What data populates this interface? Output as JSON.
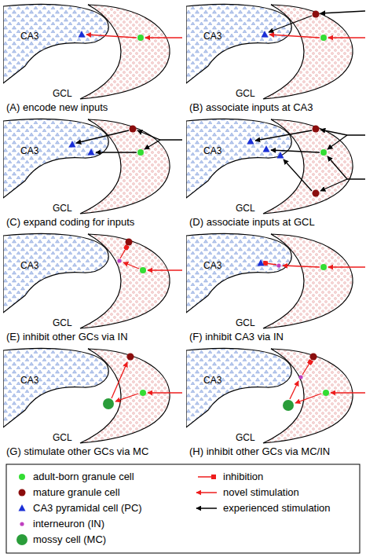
{
  "diagram": {
    "nodes": [
      {
        "text": [
          "CA3"
        ]
      },
      {
        "text": [
          "GCL"
        ]
      },
      {
        "text": [
          "CA3"
        ]
      },
      {
        "text": [
          "GCL"
        ]
      },
      {
        "text": [
          "CA3"
        ]
      },
      {
        "text": [
          "GCL"
        ]
      },
      {
        "text": [
          "CA3"
        ]
      },
      {
        "text": [
          "GCL"
        ]
      },
      {
        "text": [
          "CA3"
        ]
      },
      {
        "text": [
          "GCL"
        ]
      },
      {
        "text": [
          "CA3"
        ]
      },
      {
        "text": [
          "GCL"
        ]
      },
      {
        "text": [
          "CA3"
        ]
      },
      {
        "text": [
          "GCL"
        ]
      },
      {
        "text": [
          "CA3"
        ]
      },
      {
        "text": [
          "GCL"
        ]
      }
    ],
    "labels": [
      "(A) encode new inputs",
      "(B) associate inputs at CA3",
      "(C) expand coding for inputs",
      "(D) associate inputs at GCL",
      "(E) inhibit other GCs via IN",
      "(F) inhibit CA3 via IN",
      "(G) stimulate other GCs via MC",
      "(H) inhibit other GCs via MC/IN"
    ],
    "legend": [
      {
        "text": "adult-born granule cell"
      },
      {
        "text": "mature granule cell"
      },
      {
        "text": "CA3 pyramidal cell (PC)"
      },
      {
        "text": "interneuron (IN)"
      },
      {
        "text": "mossy cell (MC)"
      },
      {
        "text": "inhibition"
      },
      {
        "text": "novel stimulation"
      },
      {
        "text": "experienced stimulation"
      }
    ]
  }
}
